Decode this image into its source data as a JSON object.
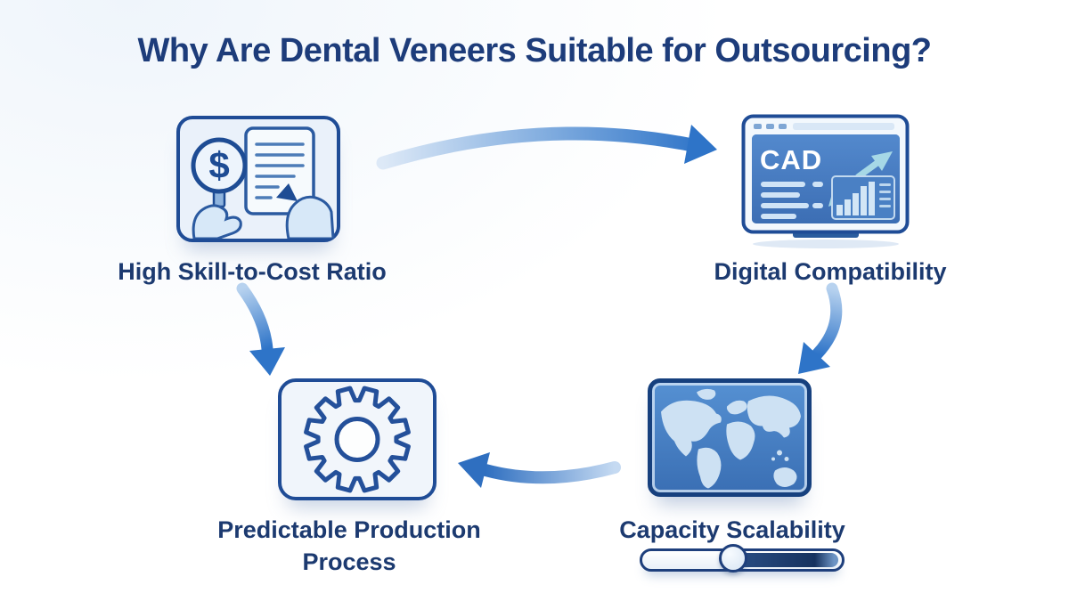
{
  "title": "Why Are Dental Veneers Suitable for Outsourcing?",
  "nodes": [
    {
      "id": "skill-cost",
      "label": "High Skill-to-Cost Ratio",
      "icon": "dollar-magnifier-document-icon",
      "glyph": "$"
    },
    {
      "id": "digital",
      "label": "Digital Compatibility",
      "icon": "cad-monitor-icon",
      "screen_text": "CAD"
    },
    {
      "id": "capacity",
      "label": "Capacity Scalability",
      "icon": "world-map-icon",
      "slider": {
        "value_percent": 45
      }
    },
    {
      "id": "process",
      "label": "Predictable Production Process",
      "icon": "gear-icon"
    }
  ],
  "arrows": [
    {
      "from": "skill-cost",
      "to": "digital"
    },
    {
      "from": "digital",
      "to": "capacity"
    },
    {
      "from": "capacity",
      "to": "process"
    },
    {
      "from": "skill-cost",
      "to": "process"
    }
  ],
  "colors": {
    "title-text": "#1d3c7a",
    "label-text": "#1c3a70",
    "card-border": "#1f4c96",
    "card-bg": "#eaf1fa",
    "icon-line": "#2b5aa0",
    "arrow-dark": "#2e74c8",
    "arrow-light": "#cadcf2",
    "screen-blue": "#4d84c8",
    "screen-blue-deep": "#3c6eb4",
    "screen-content": "#cfe3f6",
    "map-land": "#cde1f3",
    "slider-fill": "#16325f"
  }
}
